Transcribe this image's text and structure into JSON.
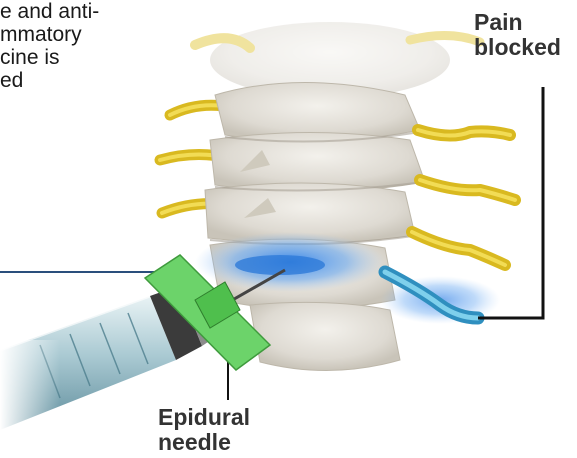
{
  "caption": {
    "lines": [
      "e and anti-",
      "mmatory",
      "cine is",
      "ed"
    ]
  },
  "labels": {
    "pain_blocked": [
      "Pain",
      "blocked"
    ],
    "epidural_needle": [
      "Epidural",
      "needle"
    ]
  },
  "colors": {
    "background": "#ffffff",
    "text": "#1a1a1a",
    "nerve": "#e0c22a",
    "blocked_nerve": "#3aa0c8",
    "medication_glow": "#3f8fe8",
    "needle_hub": "#6cd36a",
    "leader_line_blue": "#2a4f7c",
    "leader_line_dark": "#111111",
    "bone": "#e6e3dc"
  },
  "icons": [
    "cervical-spine-illustration",
    "syringe-icon",
    "epidural-needle-icon",
    "nerve-root-icon"
  ]
}
